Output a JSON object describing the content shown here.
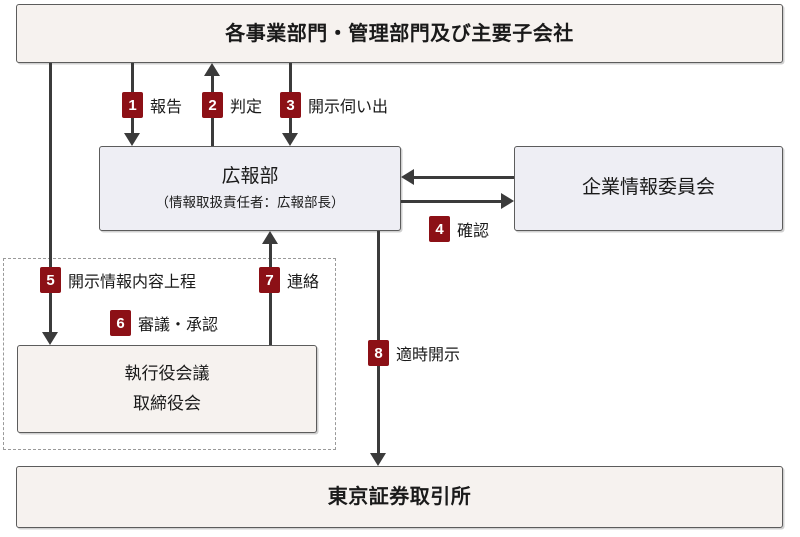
{
  "diagram": {
    "title_hidden": "",
    "accent_color": "#8c1016",
    "line_color": "#3b3b3b",
    "box_fill_cream": "#f6f2ef",
    "box_fill_lavender": "#eeeef4",
    "dashed_border_color": "#9a9a9a"
  },
  "nodes": {
    "divisions": {
      "label": "各事業部門・管理部門及び主要子会社"
    },
    "pr_department": {
      "label": "広報部",
      "sub": "（情報取扱責任者：広報部長）"
    },
    "info_committee": {
      "label": "企業情報委員会"
    },
    "board": {
      "line1": "執行役会議",
      "line2": "取締役会"
    },
    "exchange": {
      "label": "東京証券取引所"
    }
  },
  "steps": [
    {
      "num": "1",
      "label": "報告"
    },
    {
      "num": "2",
      "label": "判定"
    },
    {
      "num": "3",
      "label": "開示伺い出"
    },
    {
      "num": "4",
      "label": "確認"
    },
    {
      "num": "5",
      "label": "開示情報内容上程"
    },
    {
      "num": "6",
      "label": "審議・承認"
    },
    {
      "num": "7",
      "label": "連絡"
    },
    {
      "num": "8",
      "label": "適時開示"
    }
  ]
}
